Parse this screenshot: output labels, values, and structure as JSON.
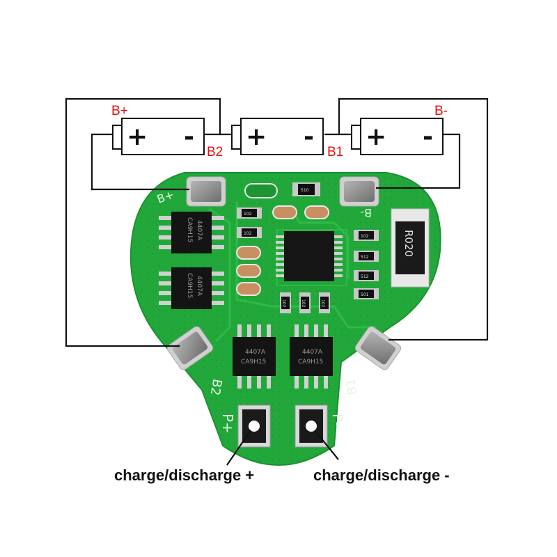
{
  "batteries": [
    {
      "plus": "+",
      "minus": "-"
    },
    {
      "plus": "+",
      "minus": "-"
    },
    {
      "plus": "+",
      "minus": "-"
    }
  ],
  "labels": {
    "b_plus": "B+",
    "b2": "B2",
    "b1": "B1",
    "b_minus": "B-"
  },
  "silkscreen": {
    "b_plus": "B+",
    "b_minus": "B-",
    "b2": "B2",
    "b1": "B1",
    "p_plus": "P+",
    "p_minus": "P-"
  },
  "chips": {
    "mosfet_line1": "4407A",
    "mosfet_line2": "CA9H15",
    "shunt": "R020"
  },
  "resistor_codes": [
    "510",
    "102",
    "102",
    "102",
    "512",
    "512",
    "501",
    "102",
    "102",
    "102"
  ],
  "captions": {
    "charge_plus": "charge/discharge +",
    "charge_minus": "charge/discharge -"
  },
  "colors": {
    "pcb": "#22a83a",
    "pcb_edge": "#1b9230",
    "pad": "#8e8e8e",
    "wire": "#111111",
    "label_red": "#e01010"
  }
}
